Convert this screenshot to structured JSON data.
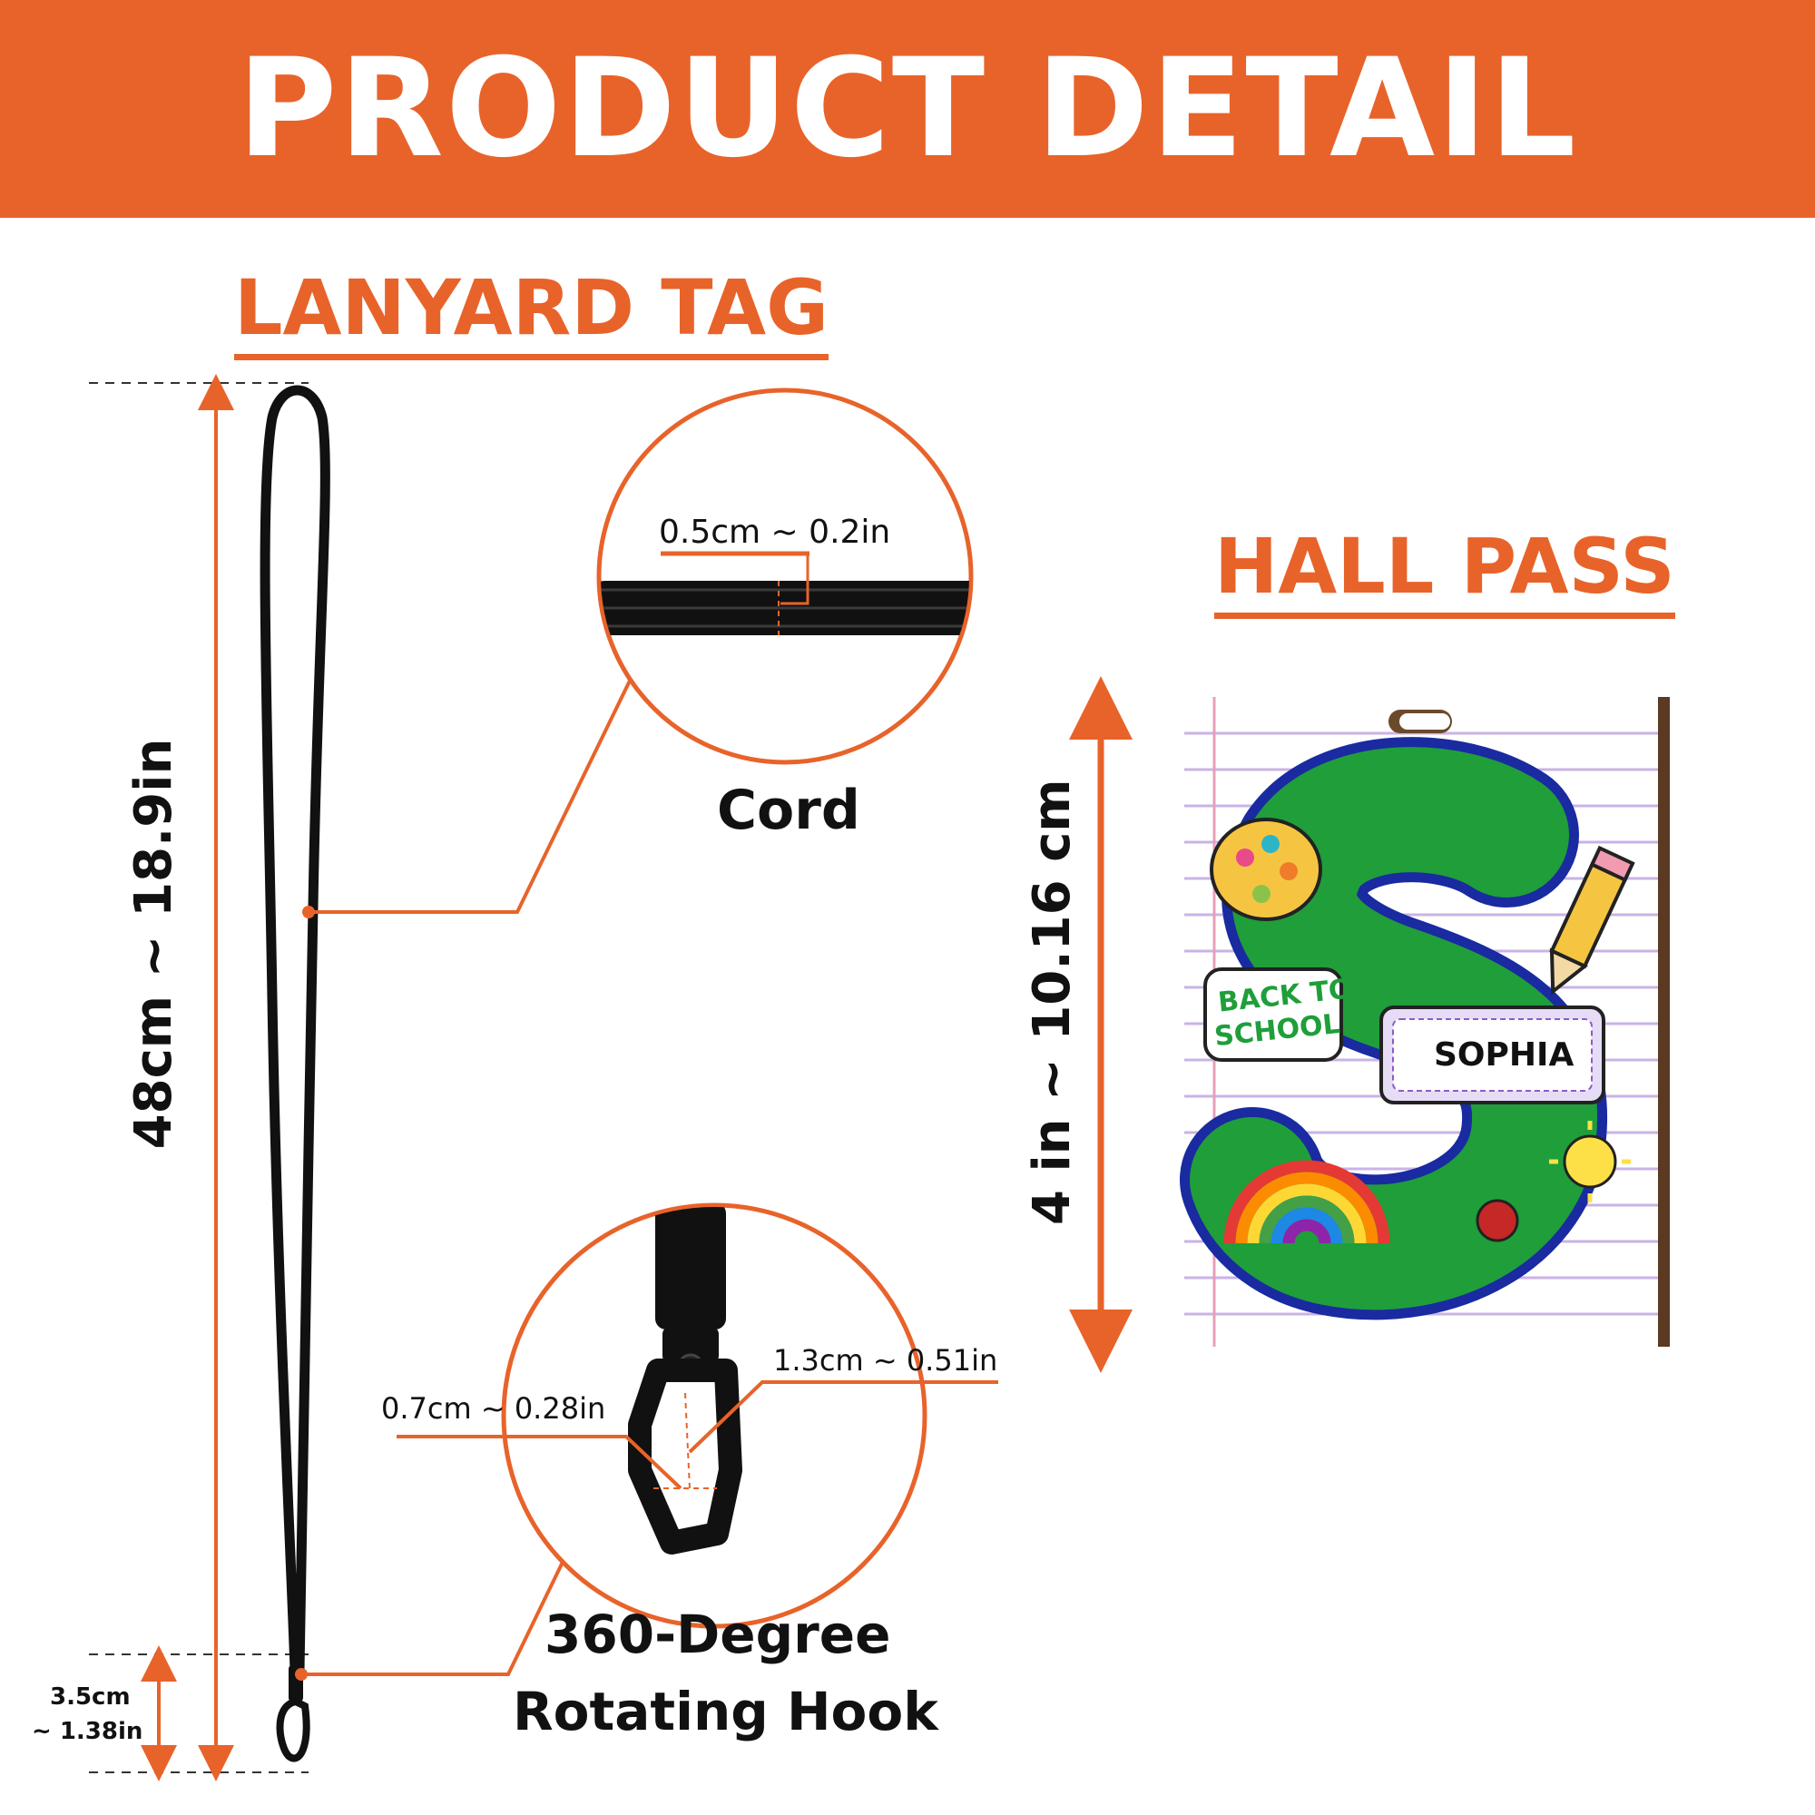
{
  "header": {
    "title": "PRODUCT DETAIL"
  },
  "sections": {
    "lanyard_title": "LANYARD TAG",
    "hall_pass_title": "HALL PASS"
  },
  "lanyard": {
    "length_label": "48cm ~ 18.9in",
    "hook_length_label_line1": "3.5cm",
    "hook_length_label_line2": "~ 1.38in",
    "cord_label": "Cord",
    "cord_width_label": "0.5cm ~ 0.2in",
    "hook_label_line1": "360-Degree",
    "hook_label_line2": "Rotating Hook",
    "hook_width_label": "0.7cm ~ 0.28in",
    "hook_length_label": "1.3cm ~ 0.51in"
  },
  "hall_pass": {
    "height_label": "4 in ~ 10.16 cm",
    "name": "SOPHIA",
    "sticker_line1": "BACK TO",
    "sticker_line2": "SCHOOL",
    "letter": "S"
  },
  "colors": {
    "accent": "#E8632A",
    "cord": "#111111",
    "letter_green": "#1F9E3A"
  }
}
